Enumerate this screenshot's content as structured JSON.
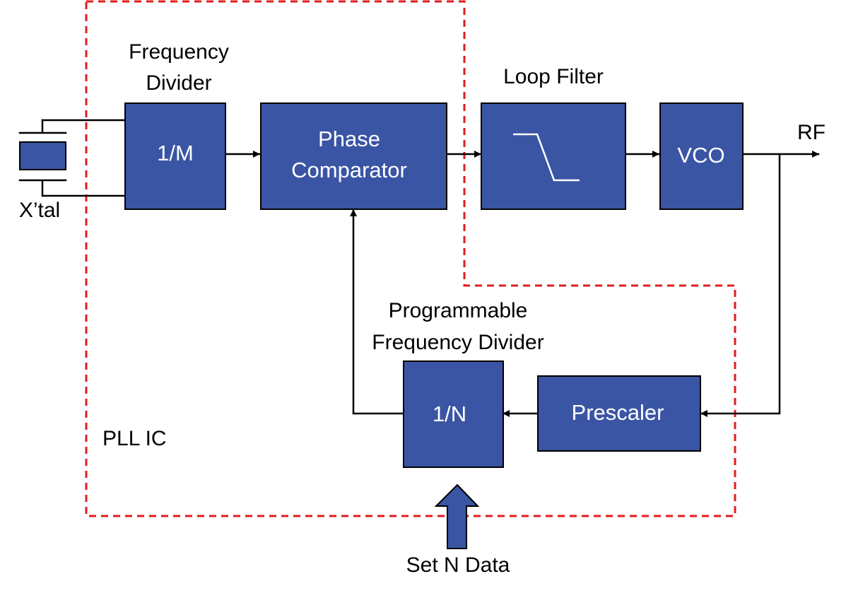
{
  "colors": {
    "block_fill": "#3a55a4",
    "block_border": "#000000",
    "boundary": "#e11c1c",
    "wire": "#000000",
    "background": "#ffffff"
  },
  "blocks": {
    "m_divider": "1/M",
    "phase_comparator": [
      "Phase",
      "Comparator"
    ],
    "loop_filter_symbol": "low-pass-filter-icon",
    "vco": "VCO",
    "n_divider": "1/N",
    "prescaler": "Prescaler"
  },
  "labels": {
    "frequency_divider": [
      "Frequency",
      "Divider"
    ],
    "loop_filter": "Loop Filter",
    "programmable_frequency_divider": [
      "Programmable",
      "Frequency Divider"
    ],
    "crystal": "X’tal",
    "rf": "RF",
    "pll_ic": "PLL IC",
    "set_n_data": "Set N Data"
  }
}
